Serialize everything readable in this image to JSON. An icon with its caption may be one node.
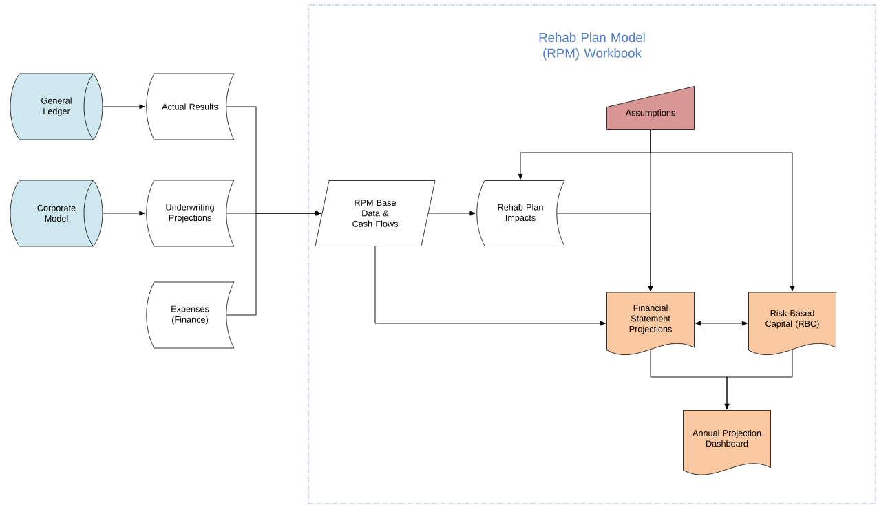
{
  "diagram": {
    "nodes": [
      {
        "text": [
          "General Ledger"
        ]
      },
      {
        "text": [
          "Actual Results"
        ]
      },
      {
        "text": [
          "Corporate Model"
        ]
      },
      {
        "text": [
          "Underwriting Projections"
        ]
      },
      {
        "text": [
          "Expenses (Finance)"
        ]
      },
      {
        "text": [
          "Rehab Plan Model (RPM) Workbook"
        ]
      },
      {
        "text": [
          "Assumptions"
        ],
        "in": 5
      },
      {
        "text": [
          "RPM Base Data & Cash Flows"
        ],
        "in": 5
      },
      {
        "text": [
          "Rehab Plan Impacts"
        ],
        "in": 5
      },
      {
        "text": [
          "Financial Statement Projections"
        ],
        "in": 5
      },
      {
        "text": [
          "Risk-Based Capital (RBC)"
        ],
        "in": 5
      },
      {
        "text": [
          "Annual Projection Dashboard"
        ],
        "in": 5
      }
    ],
    "edges": [
      {
        "from": 0,
        "to": 1,
        "arrow": "to"
      },
      {
        "from": 2,
        "to": 3,
        "arrow": "to"
      },
      {
        "from": 1,
        "to": 7,
        "arrow": "to"
      },
      {
        "from": 3,
        "to": 7,
        "arrow": "to"
      },
      {
        "from": 4,
        "to": 7,
        "arrow": "to"
      },
      {
        "from": 7,
        "to": 8,
        "arrow": "to"
      },
      {
        "from": 6,
        "to": 8,
        "arrow": "to"
      },
      {
        "from": 6,
        "to": 9,
        "arrow": "to"
      },
      {
        "from": 6,
        "to": 10,
        "arrow": "to"
      },
      {
        "from": 8,
        "to": 9,
        "arrow": "to"
      },
      {
        "from": 7,
        "to": 9,
        "arrow": "to"
      },
      {
        "from": 9,
        "to": 10,
        "arrow": "both"
      },
      {
        "from": 9,
        "to": 11,
        "arrow": "to"
      },
      {
        "from": 10,
        "to": 11,
        "arrow": "to"
      }
    ]
  }
}
